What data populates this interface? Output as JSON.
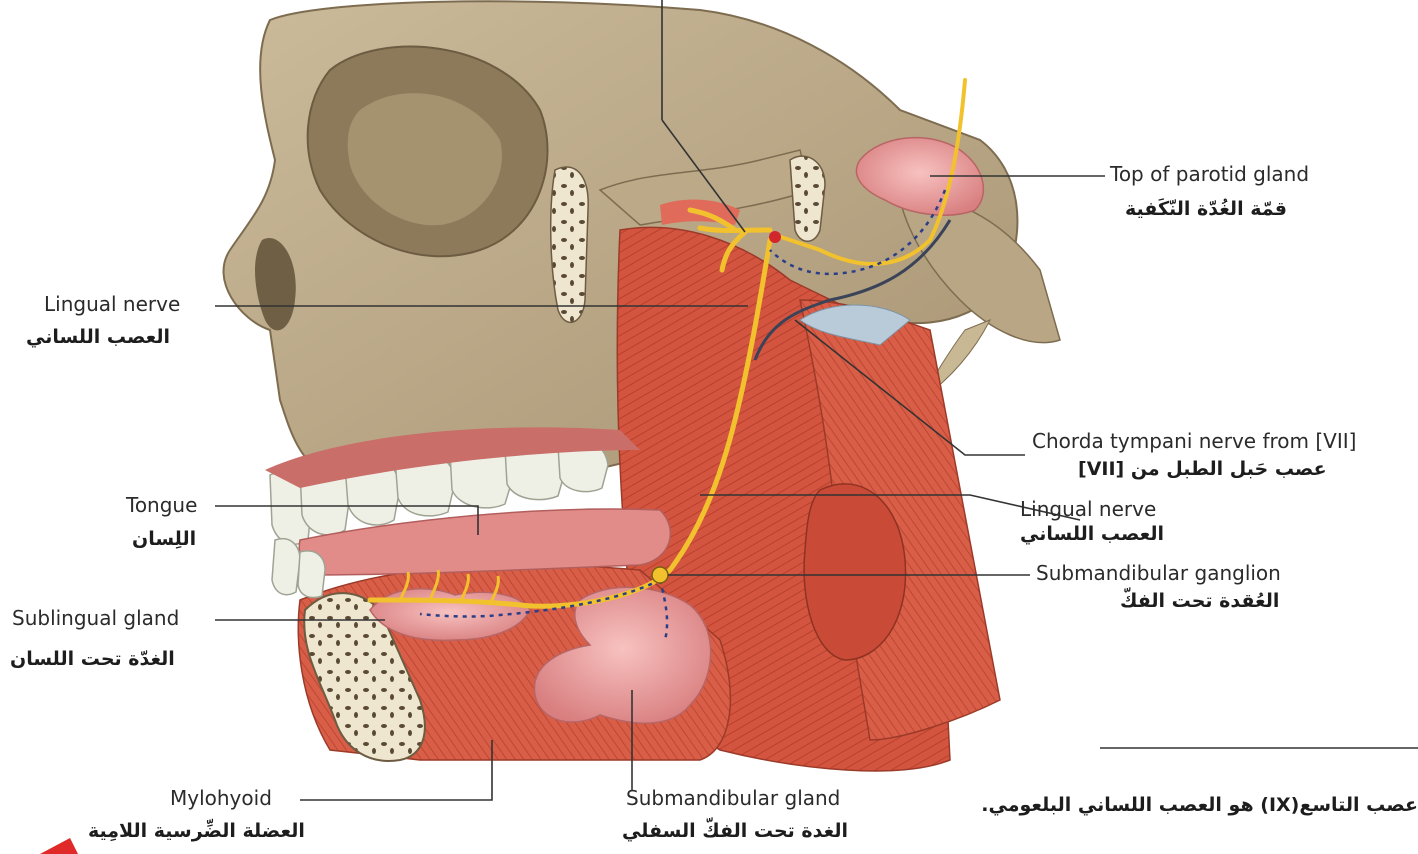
{
  "labels": {
    "top_of_parotid": {
      "en": "Top of parotid gland",
      "ar": "قمّة الغُدّة النّكَفية"
    },
    "lingual_nerve_left": {
      "en": "Lingual nerve",
      "ar": "العصب اللساني"
    },
    "chorda_tympani": {
      "en": "Chorda tympani nerve from [VII]",
      "ar": "عصب حَبل الطبل من [VII]"
    },
    "lingual_nerve_right": {
      "en": "Lingual nerve",
      "ar": "العصب اللساني"
    },
    "tongue": {
      "en": "Tongue",
      "ar": "اللِسان"
    },
    "submandibular_ganglion": {
      "en": "Submandibular ganglion",
      "ar": "العُقدة تحت الفكّ"
    },
    "sublingual_gland": {
      "en": "Sublingual gland",
      "ar": "الغدّة تحت اللسان"
    },
    "mylohyoid": {
      "en": "Mylohyoid",
      "ar": "العضلة الضِّرسية اللامِية"
    },
    "submandibular_gland": {
      "en": "Submandibular gland",
      "ar": "الغدة تحت الفكّ السفلي"
    }
  },
  "footnote": "عصب التاسع(IX) هو العصب اللساني البلعومي.",
  "colors": {
    "bone": "#c2b191",
    "muscle": "#d4553f",
    "gland": "#f0a6a4",
    "nerve": "#f2c12e",
    "leader": "#333333"
  }
}
